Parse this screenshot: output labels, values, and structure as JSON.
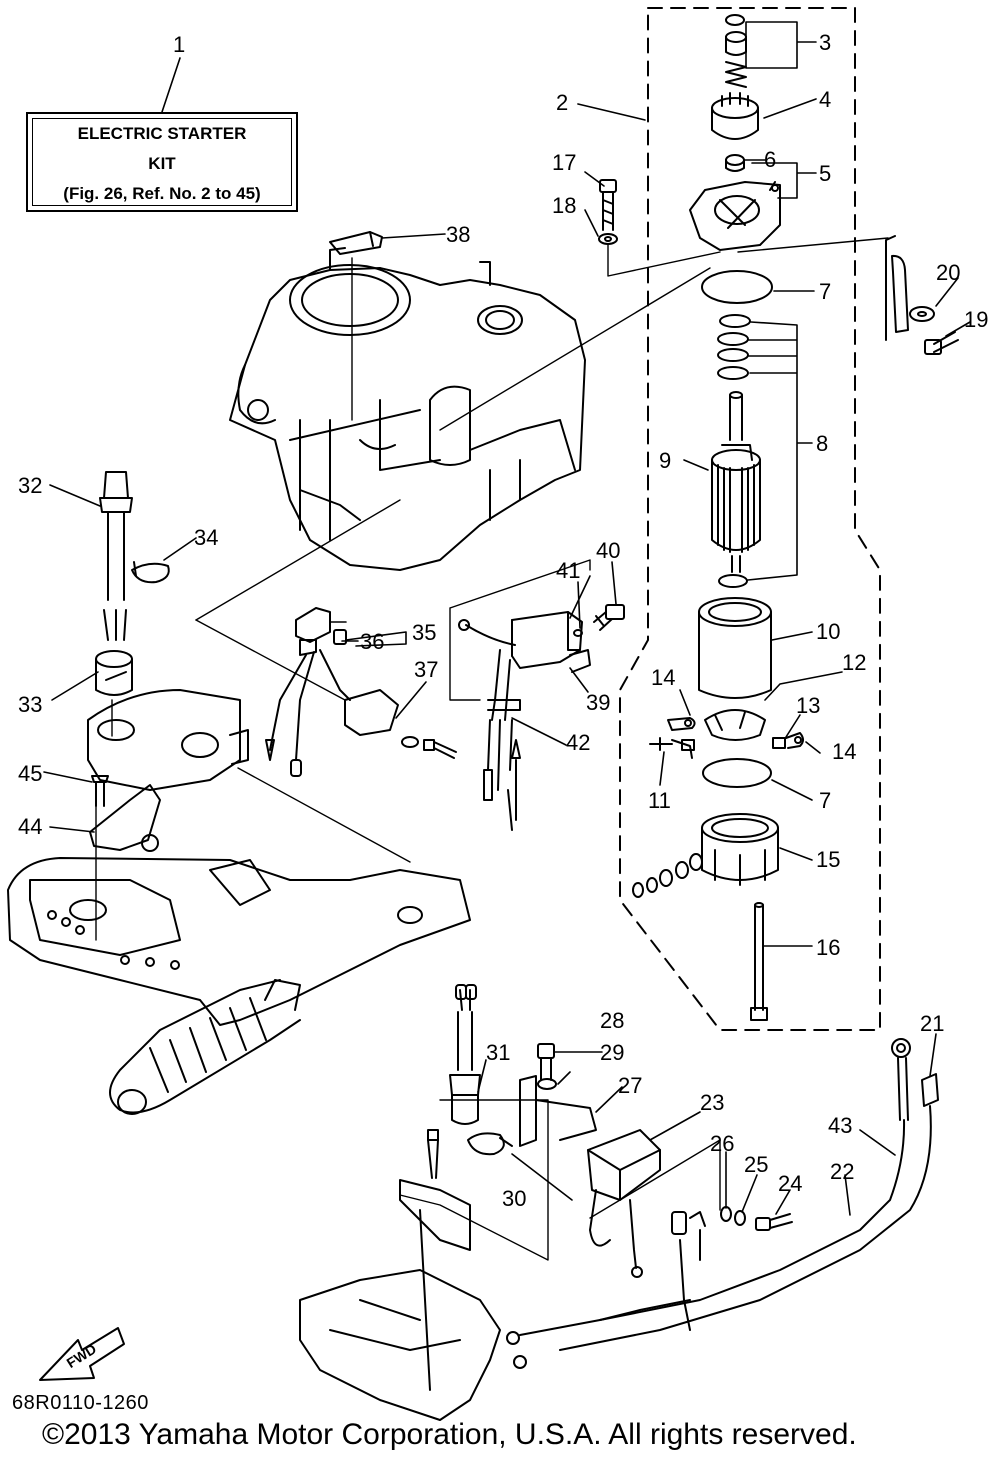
{
  "kit_box": {
    "line1": "ELECTRIC STARTER",
    "line2": "KIT",
    "line3": "(Fig. 26, Ref. No. 2 to 45)"
  },
  "callouts": [
    "1",
    "2",
    "3",
    "4",
    "5",
    "6",
    "7",
    "7",
    "8",
    "9",
    "10",
    "11",
    "12",
    "13",
    "14",
    "14",
    "15",
    "16",
    "17",
    "18",
    "19",
    "20",
    "21",
    "22",
    "23",
    "24",
    "25",
    "26",
    "27",
    "28",
    "29",
    "30",
    "31",
    "32",
    "33",
    "34",
    "35",
    "36",
    "37",
    "38",
    "39",
    "40",
    "41",
    "42",
    "43",
    "44",
    "45"
  ],
  "fwd_label": "FWD",
  "doc_code": "68R0110-1260",
  "copyright": "©2013 Yamaha Motor Corporation, U.S.A. All rights reserved."
}
